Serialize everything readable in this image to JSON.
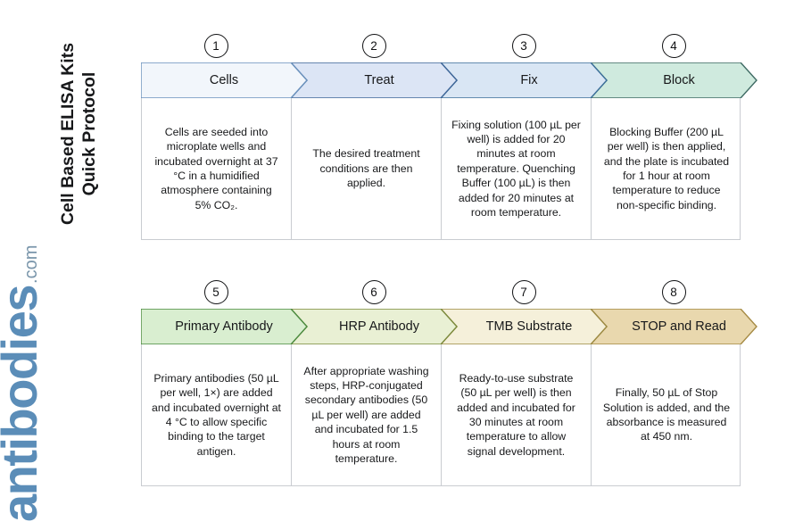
{
  "title": {
    "line1": "Cell Based ELISA Kits",
    "line2": "Quick Protocol"
  },
  "logo": {
    "word": "antibodies",
    "tld": ".com",
    "color": "#5b8db8"
  },
  "flow": {
    "rows": [
      {
        "name": "row-1",
        "steps": [
          {
            "number": "1",
            "label": "Cells",
            "fill": "#f2f6fb",
            "stroke": "#6a91bc",
            "body": "Cells are seeded into microplate wells and incubated overnight at 37 °C in a humidified atmosphere containing 5% CO₂."
          },
          {
            "number": "2",
            "label": "Treat",
            "fill": "#dce5f5",
            "stroke": "#3e6698",
            "body": "The desired treatment conditions are then applied."
          },
          {
            "number": "3",
            "label": "Fix",
            "fill": "#d9e6f4",
            "stroke": "#3c6f9a",
            "body": "Fixing solution (100 µL per well) is added for 20 minutes at room temperature. Quenching Buffer (100 µL) is then added for 20 minutes at room temperature."
          },
          {
            "number": "4",
            "label": "Block",
            "fill": "#cfeade",
            "stroke": "#3f6b64",
            "body": "Blocking Buffer (200 µL per well) is then applied, and the plate is incubated for 1 hour at room temperature to reduce non-specific binding."
          }
        ]
      },
      {
        "name": "row-2",
        "steps": [
          {
            "number": "5",
            "label": "Primary Antibody",
            "fill": "#d9eed0",
            "stroke": "#4b8b3f",
            "body": "Primary antibodies (50 µL per well, 1×) are added and incubated overnight at 4 °C to allow specific binding to the target antigen."
          },
          {
            "number": "6",
            "label": "HRP Antibody",
            "fill": "#e9f0d4",
            "stroke": "#7b8a3c",
            "body": "After appropriate washing steps, HRP-conjugated secondary antibodies (50 µL per well) are added and incubated for 1.5 hours at room temperature."
          },
          {
            "number": "7",
            "label": "TMB Substrate",
            "fill": "#f5f0da",
            "stroke": "#9c8a42",
            "body": "Ready-to-use substrate (50 µL per well) is then added and incubated for 30 minutes at room temperature to allow signal development."
          },
          {
            "number": "8",
            "label": "STOP and Read",
            "fill": "#e9d8ae",
            "stroke": "#a68b45",
            "body": "Finally, 50 µL of Stop Solution is added, and the absorbance is measured at 450 nm."
          }
        ]
      }
    ]
  },
  "geometry": {
    "step_width": 168,
    "notch": 18,
    "chevron_height": 40
  }
}
